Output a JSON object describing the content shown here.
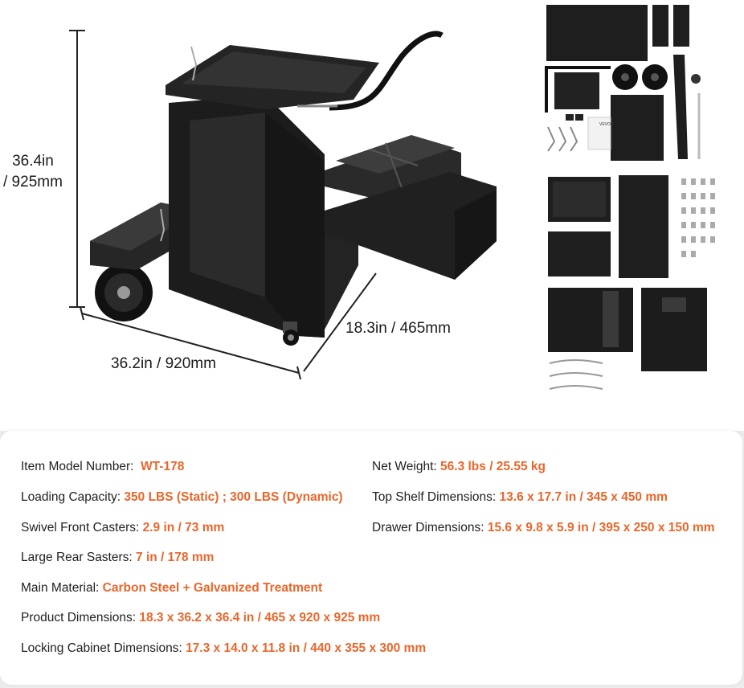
{
  "dimensions": {
    "height_in": "36.4in",
    "height_mm": "/ 925mm",
    "width": "36.2in / 920mm",
    "depth": "18.3in / 465mm"
  },
  "parts_box": {
    "brand": "VEVOR"
  },
  "specs": {
    "model_label": "Item Model Number:",
    "model_value": "WT-178",
    "loading_label": "Loading Capacity:",
    "loading_value": "350 LBS (Static) ; 300 LBS (Dynamic)",
    "swivel_label": "Swivel Front Casters:",
    "swivel_value": "2.9 in / 73 mm",
    "rear_label": "Large Rear Sasters:",
    "rear_value": "7 in / 178 mm",
    "material_label": "Main Material:",
    "material_value": "Carbon Steel + Galvanized Treatment",
    "product_dim_label": "Product Dimensions:",
    "product_dim_value": "18.3 x 36.2 x 36.4 in / 465 x 920 x 925 mm",
    "cabinet_label": "Locking Cabinet Dimensions:",
    "cabinet_value": "17.3 x 14.0 x 11.8 in / 440 x 355 x 300 mm",
    "weight_label": "Net Weight:",
    "weight_value": "56.3 lbs / 25.55 kg",
    "shelf_label": "Top Shelf Dimensions:",
    "shelf_value": "13.6 x 17.7 in / 345 x 450 mm",
    "drawer_label": "Drawer Dimensions:",
    "drawer_value": "15.6 x 9.8 x 5.9 in / 395 x 250 x 150 mm"
  },
  "colors": {
    "accent": "#e8662a",
    "cart": "#1e1e1e",
    "background": "#ececec"
  }
}
